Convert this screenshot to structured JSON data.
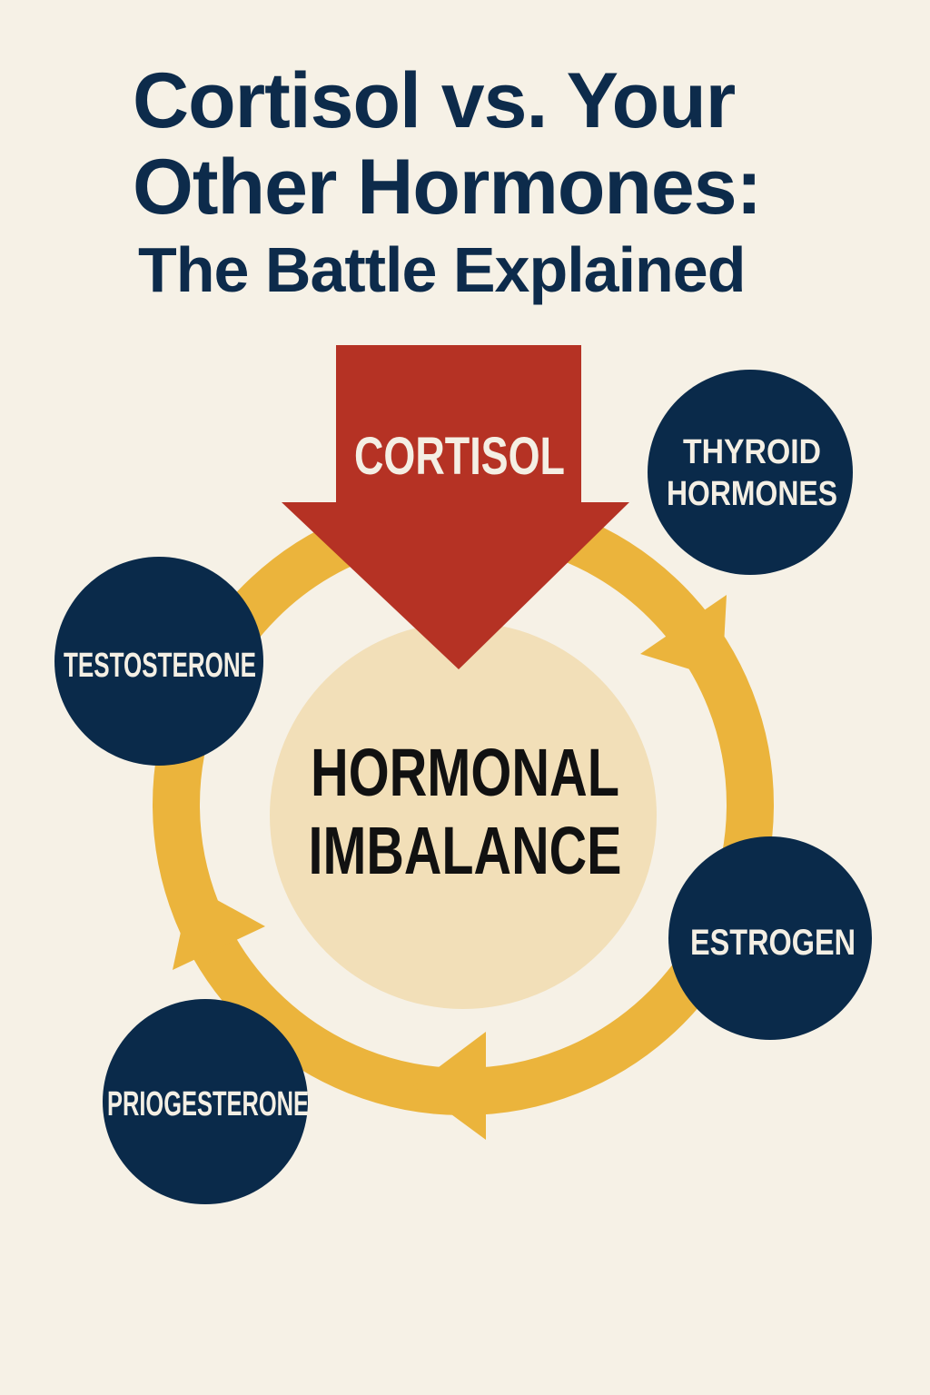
{
  "title": {
    "line1": "Cortisol vs. Your",
    "line2": "Other Hormones:",
    "line3": "The Battle Explained"
  },
  "cortisol_arrow": {
    "label": "CORTISOL"
  },
  "center": {
    "line1": "HORMONAL",
    "line2": "IMBALANCE"
  },
  "hormones": {
    "thyroid": {
      "line1": "THYROID",
      "line2": "HORMONES"
    },
    "testosterone": "TESTOSTERONE",
    "estrogen": "ESTROGEN",
    "progesterone": "PRIOGESTERONE"
  },
  "colors": {
    "background": "#f6f1e6",
    "navy": "#0a2a4a",
    "red": "#b53224",
    "gold": "#ebb43c",
    "center_fill": "#f2dfb8"
  }
}
